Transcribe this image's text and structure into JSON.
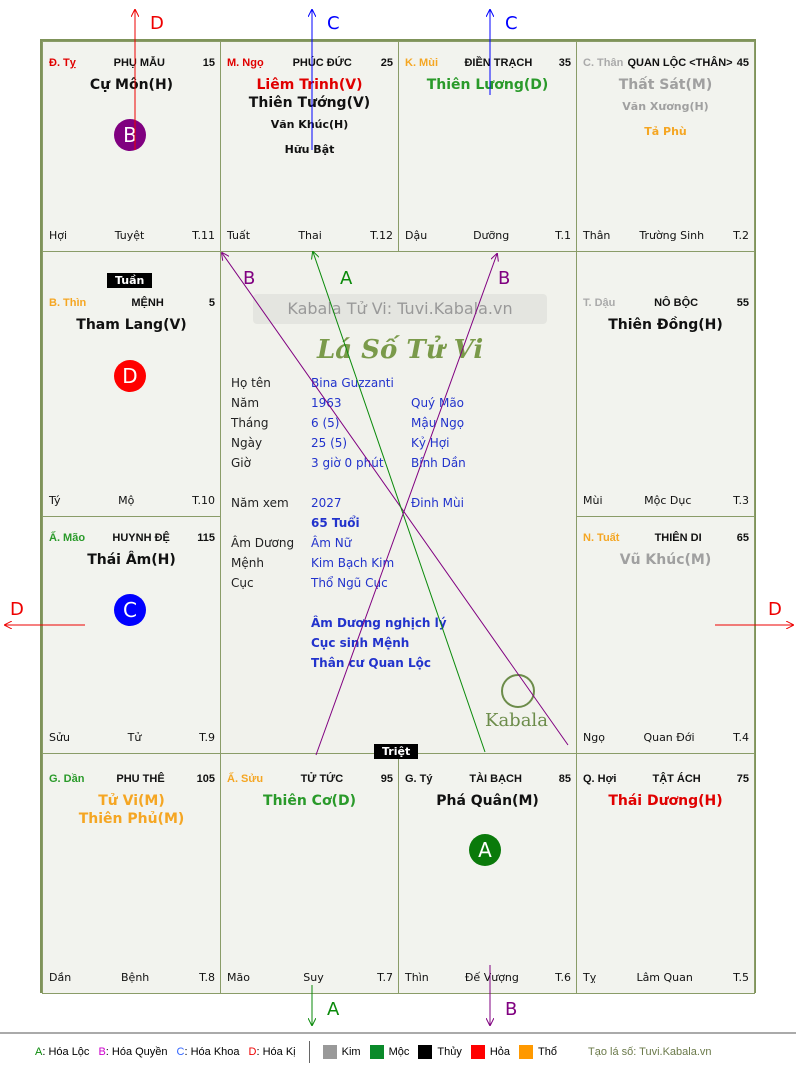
{
  "cells": [
    {
      "id": "ty",
      "can_chi": "Đ. Tỵ",
      "cc_color": "#e00000",
      "palace": "PHỤ MẪU",
      "number": "15",
      "stars": [
        {
          "text": "Cự Môn(H)",
          "color": "#111",
          "major": true
        }
      ],
      "footer": [
        "Hợi",
        "Tuyệt",
        "T.11"
      ]
    },
    {
      "id": "ngo",
      "can_chi": "M. Ngọ",
      "cc_color": "#e00000",
      "palace": "PHÚC ĐỨC",
      "number": "25",
      "stars": [
        {
          "text": "Liêm Trinh(V)",
          "color": "#e00000",
          "major": true
        },
        {
          "text": "Thiên Tướng(V)",
          "color": "#111",
          "major": true
        },
        {
          "text": "Văn Khúc(H)",
          "color": "#111",
          "major": false
        },
        {
          "text": "Hữu Bật",
          "color": "#111",
          "major": false
        }
      ],
      "footer": [
        "Tuất",
        "Thai",
        "T.12"
      ]
    },
    {
      "id": "mui",
      "can_chi": "K. Mùi",
      "cc_color": "#f5a623",
      "palace": "ĐIỀN TRẠCH",
      "number": "35",
      "stars": [
        {
          "text": "Thiên Lương(D)",
          "color": "#2a9a2a",
          "major": true
        }
      ],
      "footer": [
        "Dậu",
        "Dưỡng",
        "T.1"
      ]
    },
    {
      "id": "than",
      "can_chi": "C. Thân",
      "cc_color": "#aaaaaa",
      "palace": "QUAN LỘC <THÂN>",
      "number": "45",
      "stars": [
        {
          "text": "Thất Sát(M)",
          "color": "#a0a0a0",
          "major": true
        },
        {
          "text": "Văn Xương(H)",
          "color": "#a0a0a0",
          "major": false
        },
        {
          "text": "Tả Phù",
          "color": "#f5a623",
          "major": false
        }
      ],
      "footer": [
        "Thân",
        "Trường Sinh",
        "T.2"
      ]
    },
    {
      "id": "thin",
      "can_chi": "B. Thìn",
      "cc_color": "#f5a623",
      "palace": "MỆNH",
      "number": "5",
      "stars": [
        {
          "text": "Tham Lang(V)",
          "color": "#111",
          "major": true
        }
      ],
      "footer": [
        "Tý",
        "Mộ",
        "T.10"
      ]
    },
    {
      "id": "dau",
      "can_chi": "T. Dậu",
      "cc_color": "#aaaaaa",
      "palace": "NÔ BỘC",
      "number": "55",
      "stars": [
        {
          "text": "Thiên Đồng(H)",
          "color": "#111",
          "major": true
        }
      ],
      "footer": [
        "Mùi",
        "Mộc Dục",
        "T.3"
      ]
    },
    {
      "id": "mao",
      "can_chi": "Ấ. Mão",
      "cc_color": "#2a9a2a",
      "palace": "HUYNH ĐỆ",
      "number": "115",
      "stars": [
        {
          "text": "Thái Âm(H)",
          "color": "#111",
          "major": true
        }
      ],
      "footer": [
        "Sửu",
        "Tử",
        "T.9"
      ]
    },
    {
      "id": "tuat",
      "can_chi": "N. Tuất",
      "cc_color": "#f5a623",
      "palace": "THIÊN DI",
      "number": "65",
      "stars": [
        {
          "text": "Vũ Khúc(M)",
          "color": "#a0a0a0",
          "major": true
        }
      ],
      "footer": [
        "Ngọ",
        "Quan Đới",
        "T.4"
      ]
    },
    {
      "id": "dan",
      "can_chi": "G. Dần",
      "cc_color": "#2a9a2a",
      "palace": "PHU THÊ",
      "number": "105",
      "stars": [
        {
          "text": "Tử Vi(M)",
          "color": "#f5a623",
          "major": true
        },
        {
          "text": "Thiên Phủ(M)",
          "color": "#f5a623",
          "major": true
        }
      ],
      "footer": [
        "Dần",
        "Bệnh",
        "T.8"
      ]
    },
    {
      "id": "suu",
      "can_chi": "Ấ. Sửu",
      "cc_color": "#f5a623",
      "palace": "TỬ TỨC",
      "number": "95",
      "stars": [
        {
          "text": "Thiên Cơ(D)",
          "color": "#2a9a2a",
          "major": true
        }
      ],
      "footer": [
        "Mão",
        "Suy",
        "T.7"
      ]
    },
    {
      "id": "tyrat",
      "can_chi": "G. Tý",
      "cc_color": "#111",
      "palace": "TÀI BẠCH",
      "number": "85",
      "stars": [
        {
          "text": "Phá Quân(M)",
          "color": "#111",
          "major": true
        }
      ],
      "footer": [
        "Thìn",
        "Đế Vượng",
        "T.6"
      ]
    },
    {
      "id": "hoi",
      "can_chi": "Q. Hợi",
      "cc_color": "#111",
      "palace": "TẬT ÁCH",
      "number": "75",
      "stars": [
        {
          "text": "Thái Dương(H)",
          "color": "#e00000",
          "major": true
        }
      ],
      "footer": [
        "Tỵ",
        "Lâm Quan",
        "T.5"
      ]
    }
  ],
  "tags": {
    "tuan": "Tuần",
    "triet": "Triệt"
  },
  "badges": {
    "b": "B",
    "d": "D",
    "c": "C",
    "a": "A"
  },
  "center": {
    "watermark": "Kabala Tử Vi: Tuvi.Kabala.vn",
    "logo": "Lá Số Tử Vi",
    "brand": "Kabala",
    "rows": [
      {
        "k": "Họ tên",
        "v": "Bina Guzzanti",
        "v2": ""
      },
      {
        "k": "Năm",
        "v": "1963",
        "v2": "Quý Mão"
      },
      {
        "k": "Tháng",
        "v": "6  (5)",
        "v2": "Mậu Ngọ"
      },
      {
        "k": "Ngày",
        "v": "25  (5)",
        "v2": "Kỷ Hợi"
      },
      {
        "k": "Giờ",
        "v": "3 giờ 0 phút",
        "v2": "Bính Dần"
      },
      {
        "k": "",
        "v": "",
        "v2": ""
      },
      {
        "k": "Năm xem",
        "v": "2027",
        "v2": "Đinh Mùi"
      },
      {
        "k": "",
        "v": "65 Tuổi",
        "v2": "",
        "bold": true
      },
      {
        "k": "Âm Dương",
        "v": "Âm Nữ",
        "v2": ""
      },
      {
        "k": "Mệnh",
        "v": "Kim Bạch Kim",
        "v2": ""
      },
      {
        "k": "Cục",
        "v": "Thổ Ngũ Cục",
        "v2": ""
      },
      {
        "k": "",
        "v": "",
        "v2": ""
      },
      {
        "k": "",
        "v": "Âm Dương nghịch lý",
        "v2": "",
        "bold": true
      },
      {
        "k": "",
        "v": "Cục sinh Mệnh",
        "v2": "",
        "bold": true
      },
      {
        "k": "",
        "v": "Thân cư Quan Lộc",
        "v2": "",
        "bold": true
      }
    ]
  },
  "arrow_labels": {
    "top_d": "D",
    "top_c1": "C",
    "top_c2": "C",
    "left_d": "D",
    "right_d": "D",
    "bottom_a": "A",
    "bottom_b": "B",
    "in_b1": "B",
    "in_a": "A",
    "in_b2": "B"
  },
  "legend": {
    "a": "A",
    "a_label": ": Hóa Lộc",
    "b": "B",
    "b_label": ": Hóa Quyền",
    "c": "C",
    "c_label": ": Hóa Khoa",
    "d": "D",
    "d_label": ": Hóa Kị",
    "kim": "Kim",
    "moc": "Mộc",
    "thuy": "Thủy",
    "hoa": "Hỏa",
    "tho": "Thổ",
    "credit": "Tạo lá số: Tuvi.Kabala.vn"
  },
  "colors": {
    "kim": "#999999",
    "moc": "#0a8a2a",
    "thuy": "#000000",
    "hoa": "#ff0000",
    "tho": "#ff9900"
  }
}
